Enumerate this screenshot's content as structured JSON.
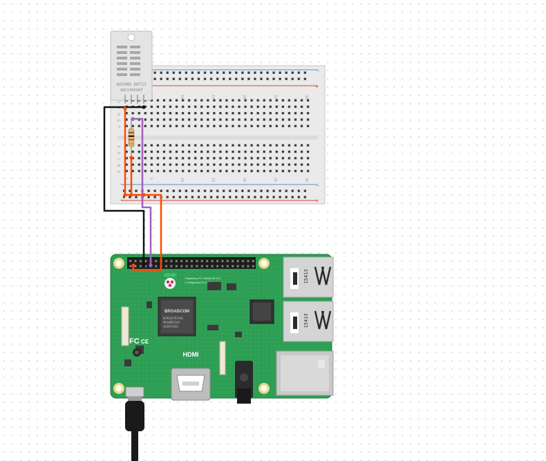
{
  "sensor": {
    "brand": "AOSONG",
    "model": "DHT22",
    "serial": "1N1330006F"
  },
  "breadboard": {
    "column_numbers": [
      "1",
      "5",
      "10",
      "15",
      "20",
      "25",
      "30"
    ],
    "row_letters_top": [
      "J",
      "I",
      "H",
      "G",
      "F"
    ],
    "row_letters_bottom": [
      "E",
      "D",
      "C",
      "B",
      "A"
    ],
    "rail_plus": "+",
    "rail_minus": "−"
  },
  "pi": {
    "soc_brand": "BROADCOM",
    "soc_lines": [
      "BCM2837RIFBG",
      "PKG8MEP14G",
      "1638TXXXX"
    ],
    "model_text": "Raspberry Pi 3 Model B V1.2",
    "copyright": "© Raspberry Pi 2015",
    "hdmi_label": "HDMI",
    "usb_label": "15413",
    "fcc_label": "FC",
    "ce_label": "CE"
  },
  "colors": {
    "wire_black": "#111111",
    "wire_orange": "#ff4a00",
    "wire_purple": "#a35fbf",
    "pcb_green": "#2e9e55",
    "breadboard": "#e9e9e9"
  }
}
